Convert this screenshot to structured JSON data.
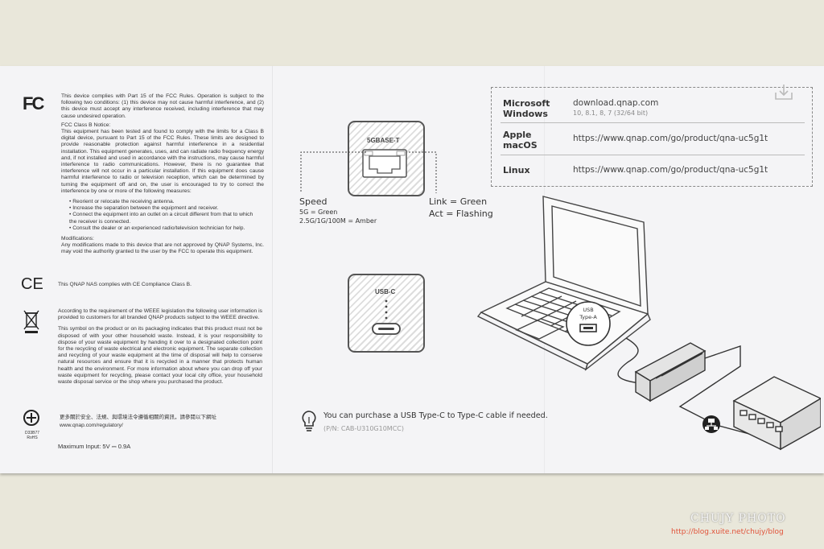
{
  "fcc": {
    "logo": "FC",
    "para1": "This device complies with Part 15 of the FCC Rules. Operation is subject to the following two conditions: (1) this device may not cause harmful interference, and (2) this device must accept any interference received, including interference that may cause undesired operation.",
    "class_b_title": "FCC Class B Notice:",
    "para2": "This equipment has been tested and found to comply with the limits for a Class B digital device, pursuant to Part 15 of the FCC Rules. These limits are designed to provide reasonable protection against harmful interference in a residential installation. This equipment generates, uses, and can radiate radio frequency energy and, if not installed and used in accordance with the instructions, may cause harmful interference to radio communications. However, there is no guarantee that interference will not occur in a particular installation. If this equipment does cause harmful interference to radio or television reception, which can be determined by turning the equipment off and on, the user is encouraged to try to correct the interference by one or more of the following measures:",
    "bullets": [
      "• Reorient or relocate the receiving antenna.",
      "• Increase the separation between the equipment and receiver.",
      "• Connect the equipment into an outlet on a circuit different from that to which the receiver is connected.",
      "• Consult the dealer or an experienced radio/television technician for help."
    ],
    "mod_title": "Modifications:",
    "mod_text": "Any modifications made to this device that are not approved by QNAP Systems, Inc. may void the authority granted to the user by the FCC to operate this equipment."
  },
  "ce": {
    "logo": "CE",
    "text": "This QNAP NAS complies with CE Compliance Class B."
  },
  "weee": {
    "para1": "According to the requirement of the WEEE legislation the following user information is provided to customers for all branded QNAP products subject to the WEEE directive.",
    "para2": "This symbol on the product or on its packaging indicates that this product must not be disposed of with your other household waste. Instead, it is your responsibility to dispose of your waste equipment by handing it over to a designated collection point for the recycling of waste electrical and electronic equipment. The separate collection and recycling of your waste equipment at the time of disposal will help to conserve natural resources and ensure that it is recycled in a manner that protects human health and the environment. For more information about where you can drop off your waste equipment for recycling, please contact your local city office, your household waste disposal service or the shop where you purchased the product."
  },
  "rohs": {
    "code": "D33B77",
    "label": "RoHS",
    "text_cn": "更多關於安全、法規、與環境法令遵循相關的資訊，請參閱以下網址",
    "url": "www.qnap.com/regulatory/"
  },
  "power": {
    "label": "Maximum Input: 5V",
    "symbol": "⎓",
    "current": "0.9A"
  },
  "port_rj45": {
    "label": "5GBASE-T",
    "speed_title": "Speed",
    "speed_5g": "5G = Green",
    "speed_other": "2.5G/1G/100M = Amber",
    "link": "Link = Green",
    "act": "Act = Flashing"
  },
  "port_usbc": {
    "label": "USB-C"
  },
  "laptop": {
    "usb_label_1": "USB",
    "usb_label_2": "Type-A"
  },
  "tip": {
    "text": "You can purchase a USB Type-C to Type-C cable if needed.",
    "pn": "(P/N: CAB-U310G10MCC)"
  },
  "downloads": {
    "rows": [
      {
        "os_line1": "Microsoft",
        "os_line2": "Windows",
        "url": "download.qnap.com",
        "versions": "10, 8.1, 8, 7 (32/64 bit)"
      },
      {
        "os_line1": "Apple",
        "os_line2": "macOS",
        "url": "https://www.qnap.com/go/product/qna-uc5g1t",
        "versions": ""
      },
      {
        "os_line1": "Linux",
        "os_line2": "",
        "url": "https://www.qnap.com/go/product/qna-uc5g1t",
        "versions": ""
      }
    ]
  },
  "watermark": {
    "title": "CHUJY PHOTO",
    "url": "http://blog.xuite.net/chujy/blog",
    "title_color": "#f4f4f4",
    "url_color": "#e0533a"
  }
}
